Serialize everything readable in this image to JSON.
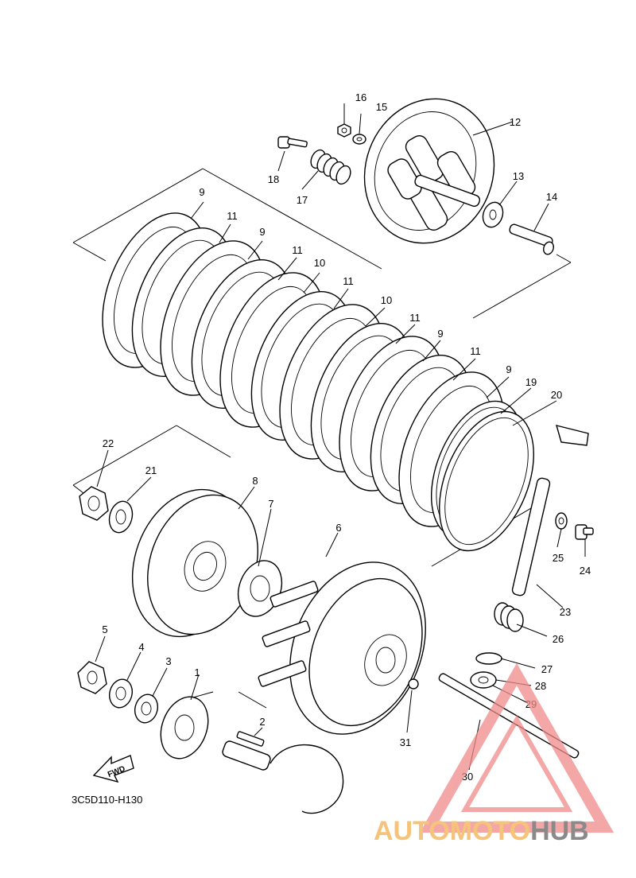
{
  "diagram_code": "3C5D110-H130",
  "fwd_label": "FWD",
  "watermark": {
    "part_a": "AUTOMOTO",
    "part_b": "HUB",
    "color_a": "#f5c37a",
    "color_b": "#8a8a8a",
    "triangle_color": "#f08a8a"
  },
  "callouts": [
    "1",
    "2",
    "3",
    "4",
    "5",
    "6",
    "7",
    "8",
    "9",
    "9",
    "9",
    "9",
    "10",
    "10",
    "11",
    "11",
    "11",
    "11",
    "11",
    "12",
    "13",
    "14",
    "15",
    "16",
    "17",
    "18",
    "19",
    "20",
    "21",
    "22",
    "23",
    "24",
    "25",
    "26",
    "27",
    "28",
    "29",
    "30",
    "31"
  ]
}
